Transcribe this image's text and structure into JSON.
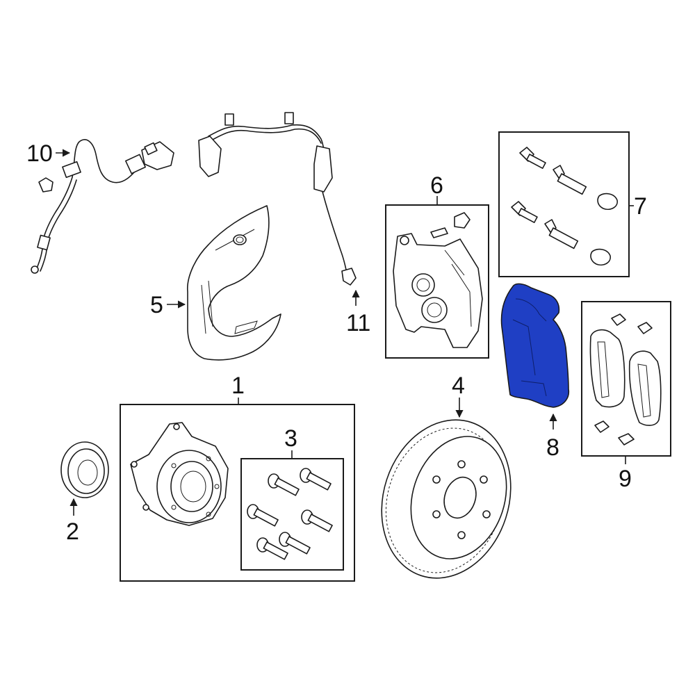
{
  "callouts": [
    {
      "id": "1",
      "label": "1"
    },
    {
      "id": "2",
      "label": "2"
    },
    {
      "id": "3",
      "label": "3"
    },
    {
      "id": "4",
      "label": "4"
    },
    {
      "id": "5",
      "label": "5"
    },
    {
      "id": "6",
      "label": "6"
    },
    {
      "id": "7",
      "label": "7"
    },
    {
      "id": "8",
      "label": "8"
    },
    {
      "id": "9",
      "label": "9"
    },
    {
      "id": "10",
      "label": "10"
    },
    {
      "id": "11",
      "label": "11"
    }
  ],
  "highlight": {
    "part": "8",
    "color": "#1f3fc4"
  }
}
